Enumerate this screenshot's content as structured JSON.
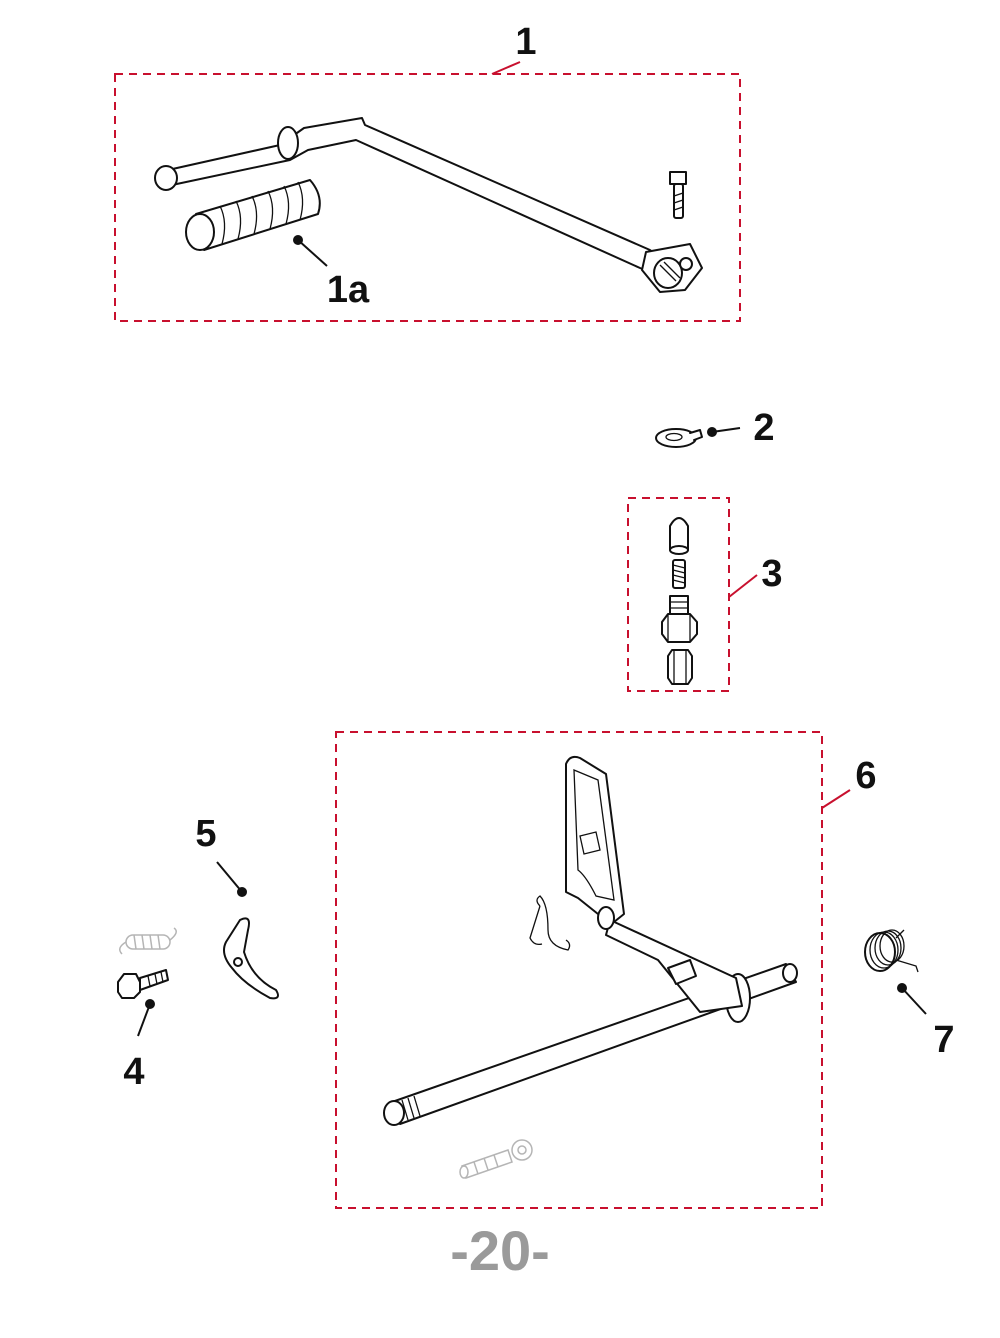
{
  "callouts": {
    "c1": "1",
    "c1a": "1a",
    "c2": "2",
    "c3": "3",
    "c4": "4",
    "c5": "5",
    "c6": "6",
    "c7": "7"
  },
  "page_number": "-20-",
  "colors": {
    "group_box": "#c8102e",
    "page_number": "#9a9a9a",
    "line_art": "#111111"
  }
}
